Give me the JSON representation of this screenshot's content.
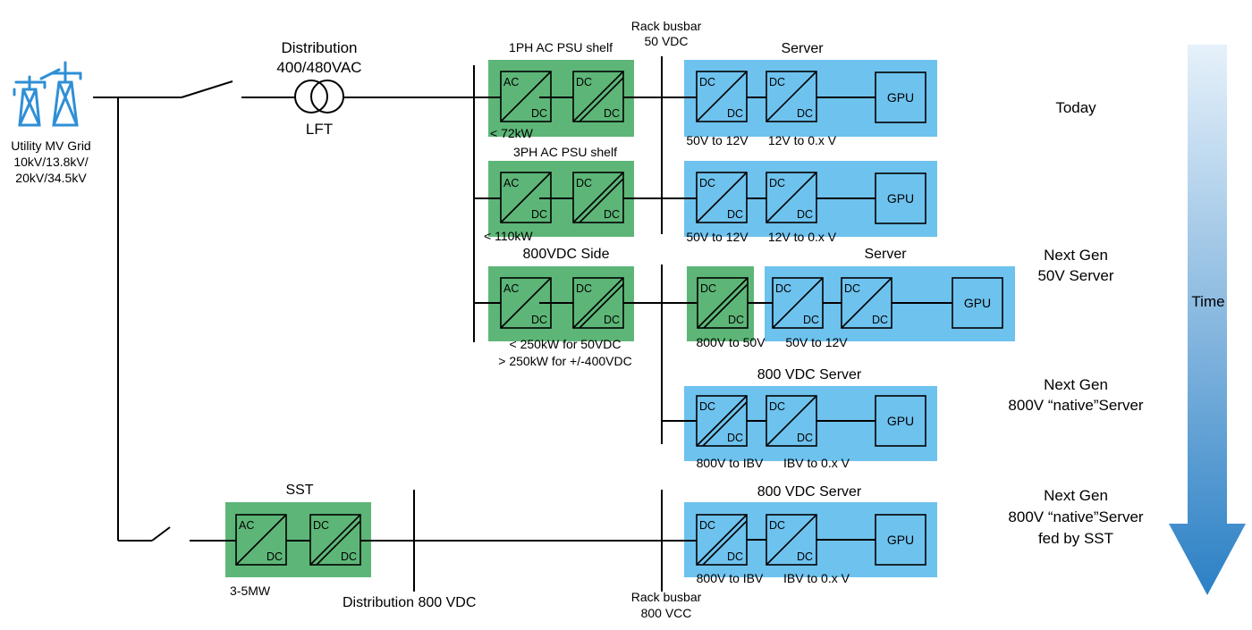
{
  "grid": {
    "label_lines": [
      "Utility MV Grid",
      "10kV/13.8kV/",
      "20kV/34.5kV"
    ],
    "icon": "transmission-tower-icon"
  },
  "distribution": {
    "title_lines": [
      "Distribution",
      "400/480VAC"
    ],
    "transformer_label": "LFT"
  },
  "rack_busbar_top": [
    "Rack busbar",
    "50 VDC"
  ],
  "rack_busbar_bottom": [
    "Rack busbar",
    "800 VCC"
  ],
  "converter": {
    "ac": "AC",
    "dc": "DC"
  },
  "rows": [
    {
      "shelf_title": "1PH AC PSU shelf",
      "shelf_note": "< 72kW",
      "server_title": "Server",
      "labels": [
        "50V to 12V",
        "12V to 0.x V"
      ],
      "gpu": "GPU",
      "era_lines": [
        "Today"
      ]
    },
    {
      "shelf_title": "3PH AC PSU shelf",
      "shelf_note": "< 110kW",
      "labels": [
        "50V to 12V",
        "12V to 0.x V"
      ],
      "gpu": "GPU"
    },
    {
      "shelf_title": "800VDC Side",
      "shelf_note_lines": [
        "< 250kW for 50VDC",
        "> 250kW for +/-400VDC"
      ],
      "server_title": "Server",
      "labels": [
        "800V to 50V",
        "50V to 12V"
      ],
      "gpu": "GPU",
      "era_lines": [
        "Next Gen",
        "50V Server"
      ]
    },
    {
      "server_title": "800 VDC Server",
      "labels": [
        "800V to IBV",
        "IBV to 0.x V"
      ],
      "gpu": "GPU",
      "era_lines": [
        "Next Gen",
        "800V “native”Server"
      ]
    },
    {
      "server_title": "800 VDC Server",
      "labels": [
        "800V to IBV",
        "IBV to 0.x V"
      ],
      "gpu": "GPU",
      "era_lines": [
        "Next Gen",
        "800V “native”Server",
        "fed by SST"
      ]
    }
  ],
  "sst": {
    "title": "SST",
    "note": "3-5MW",
    "distribution_label": "Distribution 800 VDC"
  },
  "time_arrow": {
    "label": "Time"
  },
  "colors": {
    "green": "#5db677",
    "blue": "#6ec2ee",
    "arrow_top": "#e6f1fa",
    "arrow_bottom": "#2b80c5",
    "grid_icon": "#2f8fd6"
  }
}
